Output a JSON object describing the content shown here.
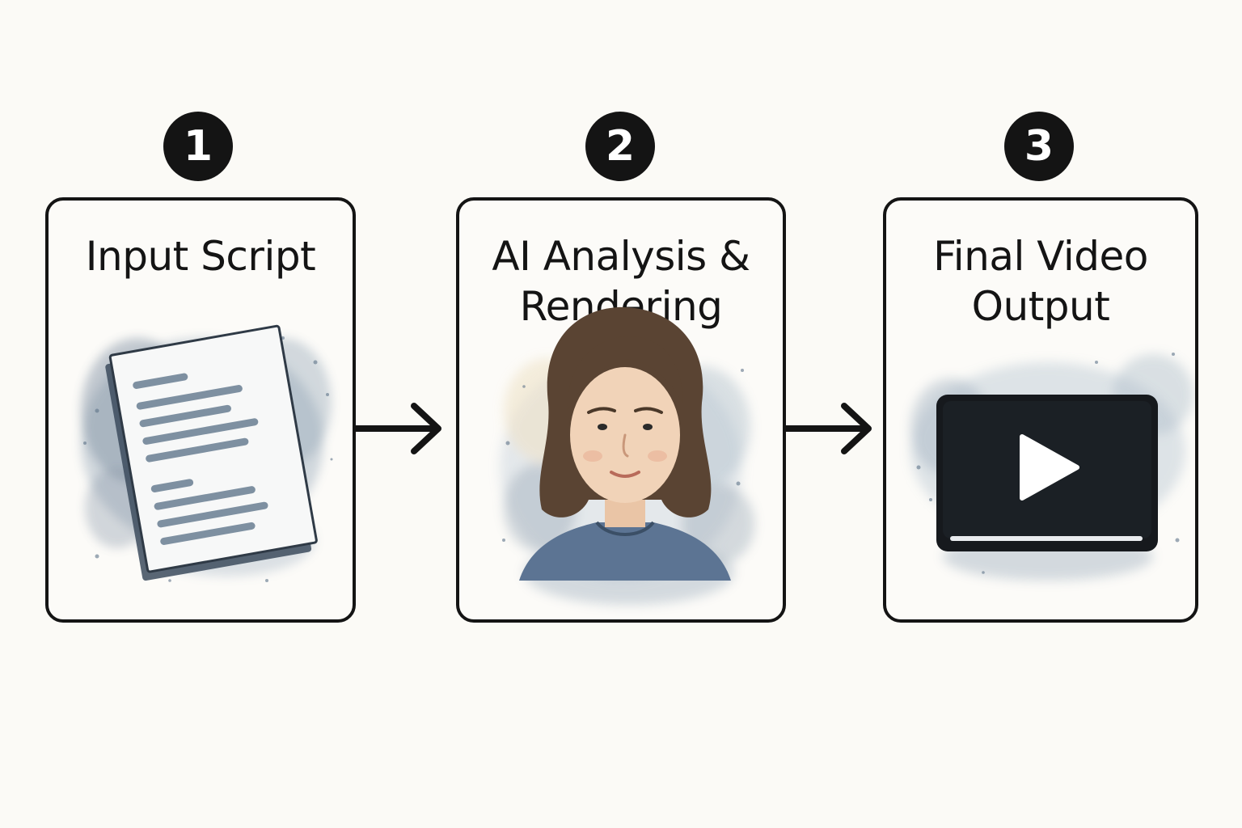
{
  "steps": [
    {
      "number": "1",
      "title_lines": [
        "Input Script"
      ],
      "icon": "script-document-icon"
    },
    {
      "number": "2",
      "title_lines": [
        "AI Analysis &",
        "Rendering"
      ],
      "icon": "person-portrait-icon"
    },
    {
      "number": "3",
      "title_lines": [
        "Final Video",
        "Output"
      ],
      "icon": "video-player-icon"
    }
  ],
  "colors": {
    "background": "#fbfaf6",
    "ink": "#141414",
    "watercolor_blue": "#5d7388",
    "watercolor_light": "#9fb3c4"
  }
}
